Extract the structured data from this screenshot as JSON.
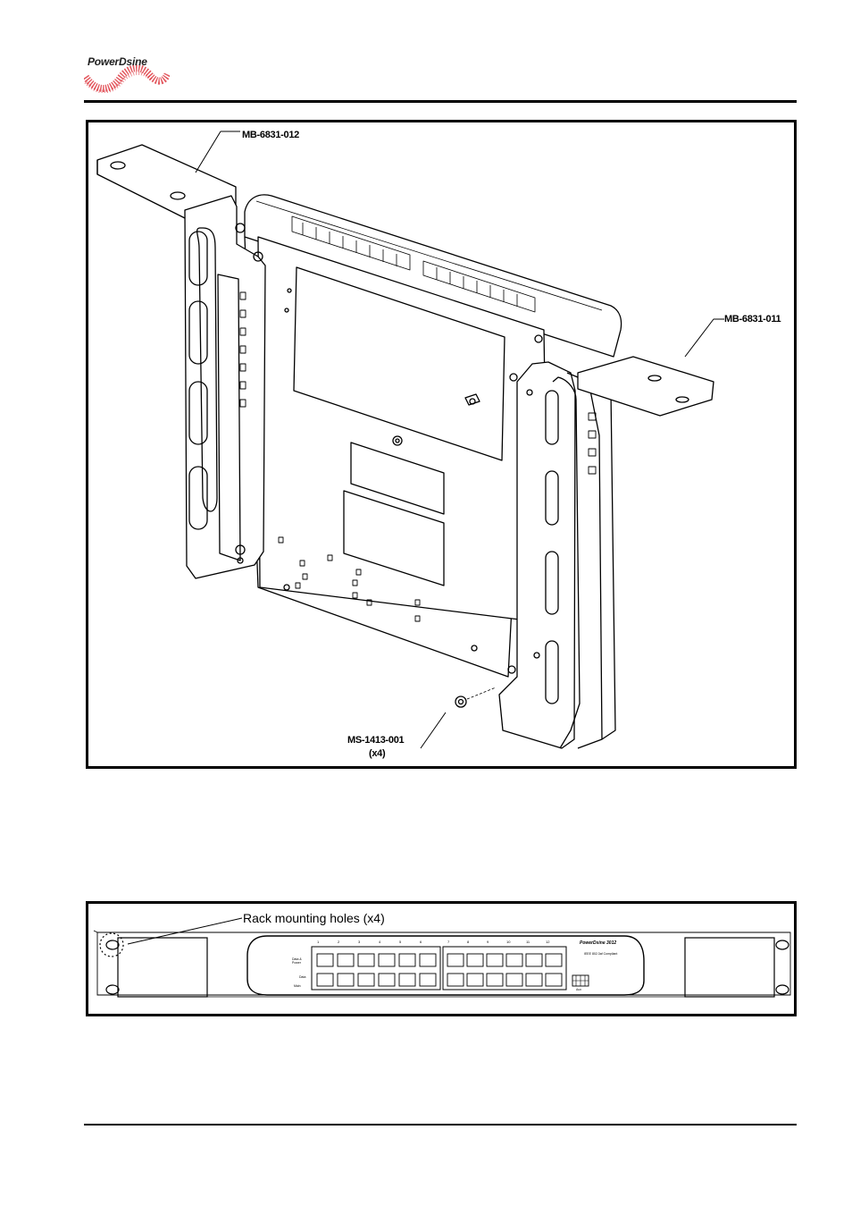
{
  "header": {
    "logo_text": "PowerDsine",
    "logo_colors": {
      "text": "#202020",
      "wave": "#d9202a"
    }
  },
  "figure1": {
    "callouts": {
      "bracket_left": "MB-6831-012",
      "bracket_right": "MB-6831-011",
      "screws": "MS-1413-001",
      "screws_qty": "(x4)"
    }
  },
  "figure2": {
    "rack_label": "Rack mounting holes (x4)",
    "model": "PowerDsine 3012",
    "compliance": "IEEE 802.3af Compliant",
    "port_labels_left": [
      "1",
      "2",
      "3",
      "4",
      "5",
      "6"
    ],
    "port_labels_right": [
      "7",
      "8",
      "9",
      "10",
      "11",
      "12"
    ],
    "legend": [
      "Data & Power",
      "Data",
      "Main"
    ],
    "aux_label": "Aux"
  }
}
